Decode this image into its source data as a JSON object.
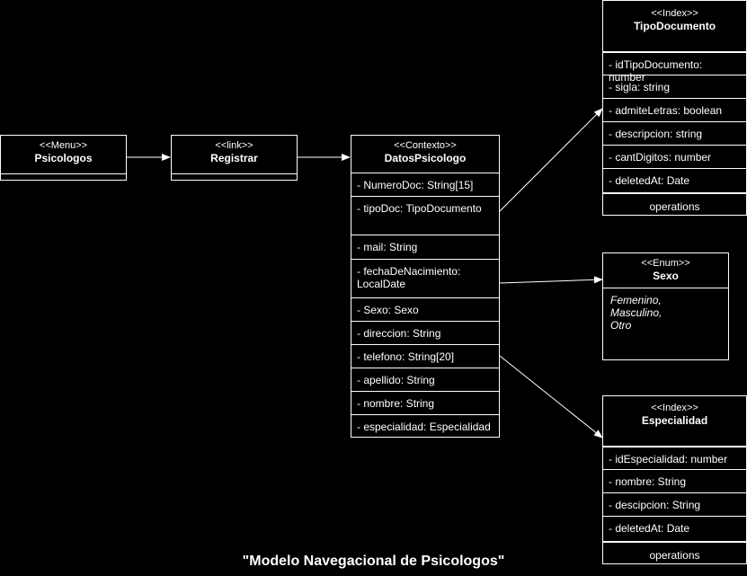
{
  "menu": {
    "stereotype": "<<Menu>>",
    "name": "Psicologos"
  },
  "link": {
    "stereotype": "<<link>>",
    "name": "Registrar"
  },
  "contexto": {
    "stereotype": "<<Contexto>>",
    "name": "DatosPsicologo",
    "attributes": [
      "- NumeroDoc: String[15]",
      "- tipoDoc: TipoDocumento",
      "- mail: String",
      "- fechaDeNacimiento:\nLocalDate",
      "- Sexo: Sexo",
      "- direccion: String",
      "- telefono: String[20]",
      "- apellido: String",
      "- nombre: String",
      "- especialidad: Especialidad"
    ]
  },
  "tipoDocumento": {
    "stereotype": "<<Index>>",
    "name": "TipoDocumento",
    "attributes": [
      "- idTipoDocumento: number",
      "- sigla: string",
      "- admiteLetras: boolean",
      "- descripcion: string",
      "- cantDigitos: number",
      "- deletedAt: Date"
    ],
    "operations": "operations"
  },
  "sexo": {
    "stereotype": "<<Enum>>",
    "name": "Sexo",
    "values": "Femenino,\nMasculino,\nOtro"
  },
  "especialidad": {
    "stereotype": "<<Index>>",
    "name": "Especialidad",
    "attributes": [
      "- idEspecialidad: number",
      "- nombre: String",
      "- descipcion: String",
      "- deletedAt: Date"
    ],
    "operations": "operations"
  },
  "diagram_title": "\"Modelo Navegacional de Psicologos\""
}
